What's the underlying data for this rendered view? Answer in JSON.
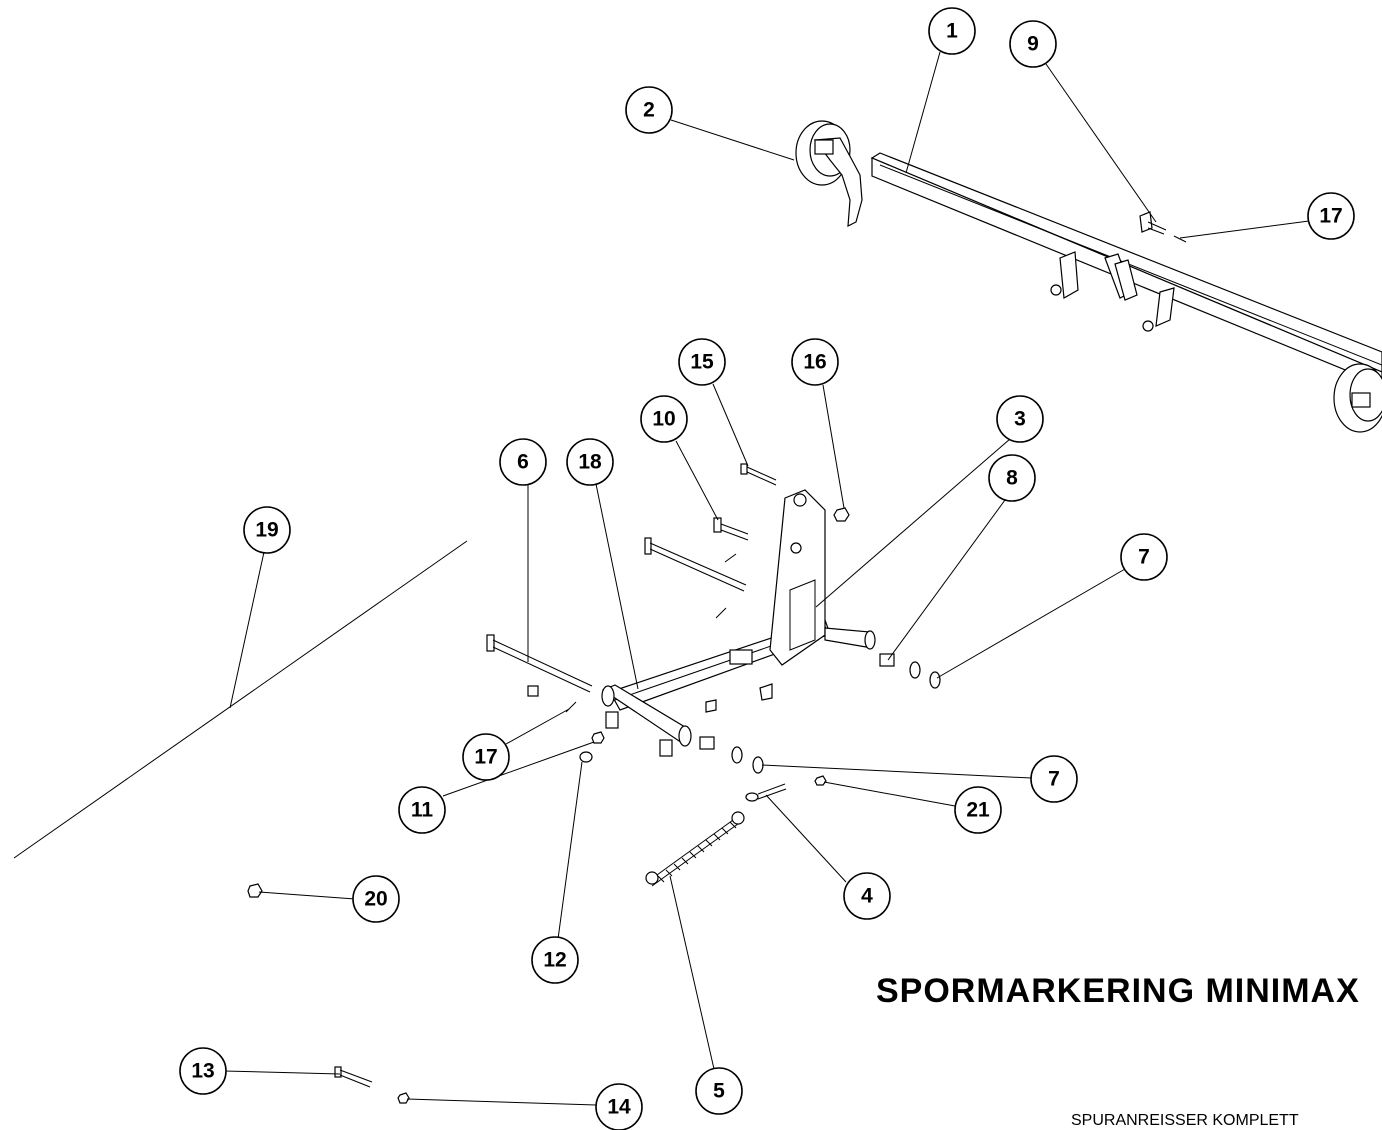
{
  "title": "SPORMARKERING MINIMAX",
  "subtitle": "SPURANREISSER KOMPLETT",
  "callouts": [
    "1",
    "2",
    "9",
    "17",
    "15",
    "16",
    "10",
    "3",
    "8",
    "6",
    "18",
    "19",
    "7",
    "17",
    "7",
    "11",
    "21",
    "4",
    "20",
    "12",
    "13",
    "5",
    "14"
  ]
}
